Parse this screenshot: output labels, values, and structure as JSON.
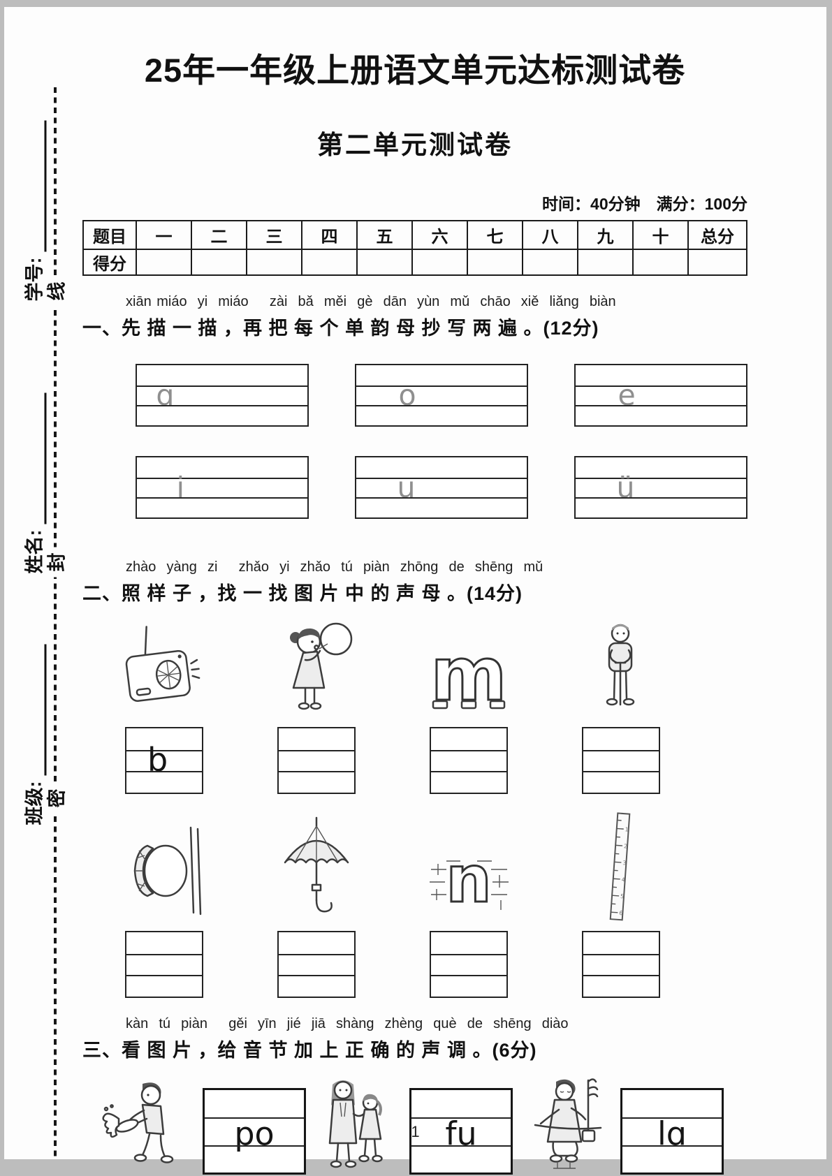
{
  "header": {
    "title": "25年一年级上册语文单元达标测试卷",
    "subtitle": "第二单元测试卷",
    "info": "时间：40分钟　满分：100分"
  },
  "margin_labels": {
    "student_id": "学号:",
    "name": "姓名:",
    "class": "班级:",
    "seal": [
      "线",
      "封",
      "密"
    ]
  },
  "score_table": {
    "header": [
      "题目",
      "一",
      "二",
      "三",
      "四",
      "五",
      "六",
      "七",
      "八",
      "九",
      "十",
      "总分"
    ],
    "score_label": "得分"
  },
  "section1": {
    "pinyin": "xiān miáo  yi  miáo    zài  bǎ  měi  gè  dān  yùn  mǔ  chāo  xiě  liǎng  biàn",
    "heading": "一、先 描 一 描 ，再 把 每 个 单 韵 母 抄 写 两 遍 。(12分)",
    "vowels": [
      "ɑ",
      "o",
      "e",
      "i",
      "u",
      "ü"
    ]
  },
  "section2": {
    "pinyin": "zhào  yàng  zi    zhǎo  yi  zhǎo  tú  piàn  zhōng  de  shēng  mǔ",
    "heading": "二、照 样 子 ，找 一 找 图 片 中 的 声 母 。(14分)",
    "row1": {
      "pictures": [
        "radio",
        "girl-blowing-bubble",
        "letter-m-arch",
        "old-man-with-cane"
      ],
      "answers": [
        "b",
        "",
        "",
        ""
      ]
    },
    "row2": {
      "pictures": [
        "drum-with-drumsticks",
        "umbrella",
        "letter-n-arch",
        "ruler"
      ],
      "answers": [
        "",
        "",
        "",
        ""
      ]
    }
  },
  "section3": {
    "pinyin": "kàn  tú  piàn    gěi  yīn  jié  jiā  shàng  zhèng  què  de  shēng  diào",
    "heading": "三、看 图 片 ，给 音 节 加 上 正 确 的 声 调 。(6分)",
    "items": [
      {
        "picture": "boy-splashing-water",
        "syllable": "po"
      },
      {
        "picture": "mother-and-daughter",
        "syllable": "fu"
      },
      {
        "picture": "child-playing-erhu",
        "syllable": "lɑ"
      }
    ]
  },
  "footer": {
    "page_number": "1"
  }
}
